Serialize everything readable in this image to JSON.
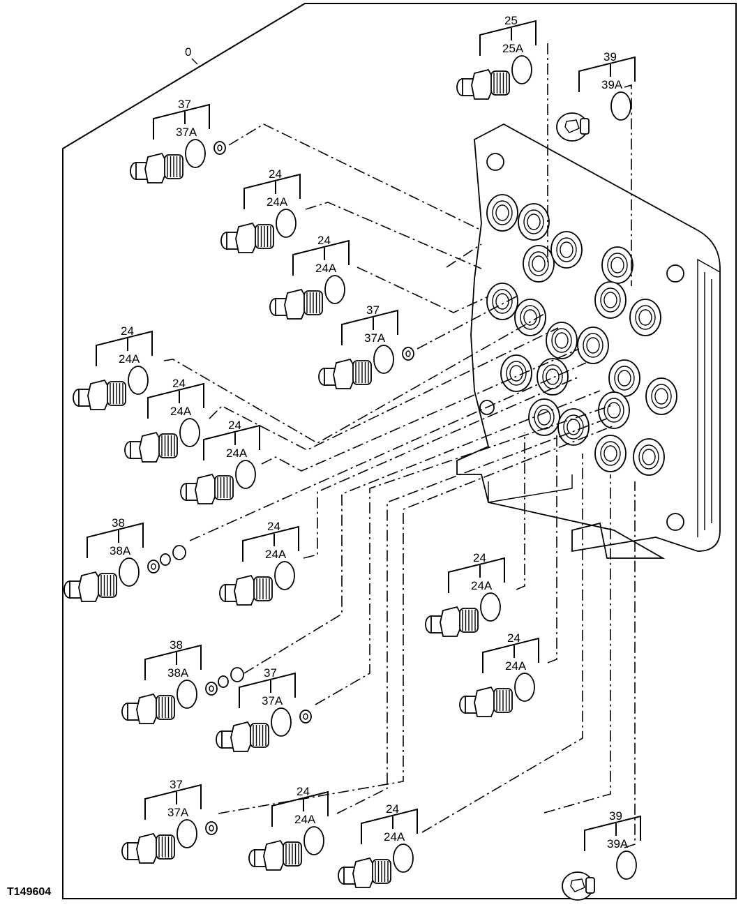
{
  "figure_id": "T149604",
  "assembly_label": "0",
  "callouts": [
    {
      "id": "c1",
      "main": "37",
      "sub": "37A",
      "part": "plug"
    },
    {
      "id": "c2",
      "main": "24",
      "sub": "24A",
      "part": "fitting"
    },
    {
      "id": "c3",
      "main": "24",
      "sub": "24A",
      "part": "fitting"
    },
    {
      "id": "c4",
      "main": "37",
      "sub": "37A",
      "part": "plug"
    },
    {
      "id": "c5",
      "main": "24",
      "sub": "24A",
      "part": "fitting"
    },
    {
      "id": "c6",
      "main": "24",
      "sub": "24A",
      "part": "fitting"
    },
    {
      "id": "c7",
      "main": "24",
      "sub": "24A",
      "part": "fitting"
    },
    {
      "id": "c8",
      "main": "38",
      "sub": "38A",
      "part": "plug-multi"
    },
    {
      "id": "c9",
      "main": "24",
      "sub": "24A",
      "part": "fitting"
    },
    {
      "id": "c10",
      "main": "38",
      "sub": "38A",
      "part": "plug-multi"
    },
    {
      "id": "c11",
      "main": "37",
      "sub": "37A",
      "part": "plug"
    },
    {
      "id": "c12",
      "main": "37",
      "sub": "37A",
      "part": "plug"
    },
    {
      "id": "c13",
      "main": "24",
      "sub": "24A",
      "part": "fitting"
    },
    {
      "id": "c14",
      "main": "24",
      "sub": "24A",
      "part": "fitting"
    },
    {
      "id": "c15",
      "main": "24",
      "sub": "24A",
      "part": "fitting"
    },
    {
      "id": "c16",
      "main": "24",
      "sub": "24A",
      "part": "fitting"
    },
    {
      "id": "c17",
      "main": "25",
      "sub": "25A",
      "part": "fitting"
    },
    {
      "id": "c18",
      "main": "39",
      "sub": "39A",
      "part": "hex-plug"
    },
    {
      "id": "c19",
      "main": "39",
      "sub": "39A",
      "part": "hex-plug"
    }
  ]
}
